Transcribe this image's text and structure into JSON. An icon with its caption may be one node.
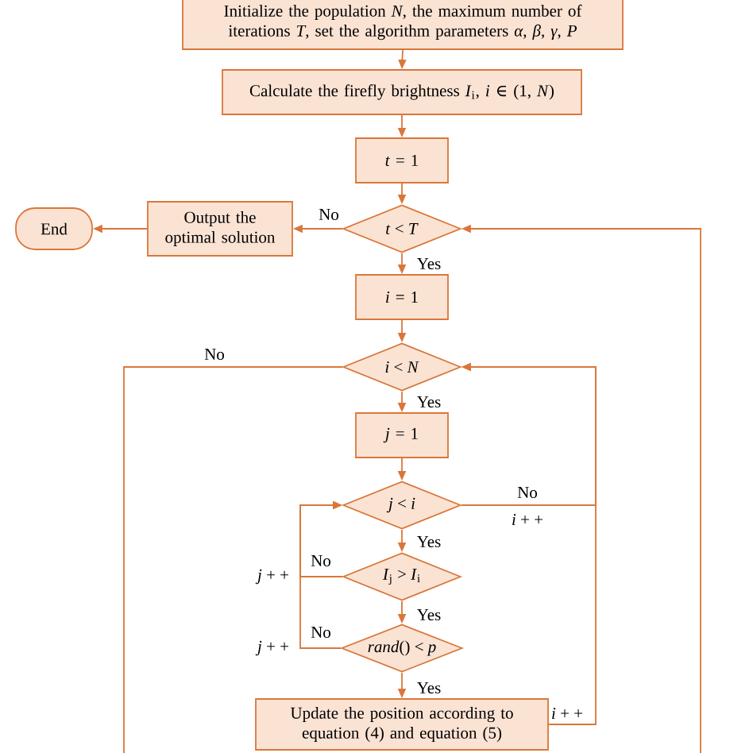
{
  "diagram": {
    "nodes": [
      {
        "text": [
          "Initialize the population *N*, the maximum number of iterations *T*, set the algorithm parameters *α*, *β*, *γ*, *P*"
        ]
      },
      {
        "text": [
          "Calculate the firefly brightness *I*$_{i}$, *i* ∈ (1, *N*)"
        ]
      },
      {
        "text": [
          "*t* = 1"
        ]
      },
      {
        "text": [
          "*t* < *T*"
        ]
      },
      {
        "text": [
          "Output the optimal solution"
        ]
      },
      {
        "text": [
          "End"
        ]
      },
      {
        "text": [
          "*i* = 1"
        ]
      },
      {
        "text": [
          "*i* < *N*"
        ]
      },
      {
        "text": [
          "*j* = 1"
        ]
      },
      {
        "text": [
          "*j* < *i*"
        ]
      },
      {
        "text": [
          "*I*$_{j}$ > *I*$_{i}$"
        ]
      },
      {
        "text": [
          "*rand*() < *p*"
        ]
      },
      {
        "text": [
          "Update the position according to equation (4) and equation (5)"
        ]
      }
    ],
    "edges": [
      {
        "from": 0,
        "to": 1,
        "arrow": "to"
      },
      {
        "from": 1,
        "to": 2,
        "arrow": "to"
      },
      {
        "from": 2,
        "to": 3,
        "arrow": "to"
      },
      {
        "from": 3,
        "to": 4,
        "arrow": "to",
        "label": "No"
      },
      {
        "from": 4,
        "to": 5,
        "arrow": "to"
      },
      {
        "from": 3,
        "to": 6,
        "arrow": "to",
        "label": "Yes"
      },
      {
        "from": 6,
        "to": 7,
        "arrow": "to"
      },
      {
        "from": 7,
        "to": null,
        "arrow": "none",
        "label": "No"
      },
      {
        "from": 7,
        "to": 8,
        "arrow": "to",
        "label": "Yes"
      },
      {
        "from": 8,
        "to": 9,
        "arrow": "to"
      },
      {
        "from": 9,
        "to": 7,
        "arrow": "to",
        "label": "No"
      },
      {
        "from": 9,
        "to": 10,
        "arrow": "to",
        "label": "Yes"
      },
      {
        "from": 10,
        "to": 9,
        "arrow": "to",
        "label": "No"
      },
      {
        "from": 10,
        "to": 11,
        "arrow": "to",
        "label": "Yes"
      },
      {
        "from": 11,
        "to": 9,
        "arrow": "to",
        "label": "No"
      },
      {
        "from": 11,
        "to": 12,
        "arrow": "to",
        "label": "Yes"
      },
      {
        "from": 12,
        "to": 7,
        "arrow": "to",
        "label": "*i* + +"
      },
      {
        "from": null,
        "to": 3,
        "arrow": "to"
      }
    ],
    "labels": [
      "*i* + +",
      "*j* + +",
      "*j* + +"
    ]
  }
}
